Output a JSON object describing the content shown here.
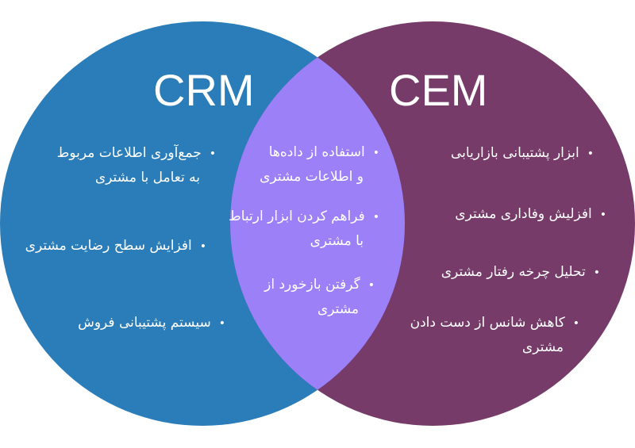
{
  "colors": {
    "crm": "#2a7db8",
    "cem": "#763b68",
    "overlap": "#9b80f8"
  },
  "crm": {
    "title": "CRM",
    "items": [
      {
        "lines": [
          "جمع‌آوری اطلاعات مربوط",
          "به تعامل با مشتری"
        ]
      },
      {
        "lines": [
          "افزایش سطح رضایت مشتری"
        ]
      },
      {
        "lines": [
          "سیستم پشتیبانی فروش"
        ]
      }
    ]
  },
  "cem": {
    "title": "CEM",
    "items": [
      {
        "lines": [
          "ابزار پشتیبانی بازاریابی"
        ]
      },
      {
        "lines": [
          "افزلیش وفاداری مشتری"
        ]
      },
      {
        "lines": [
          "تحلیل چرخه رفتار مشتری"
        ]
      },
      {
        "lines": [
          "کاهش شانس از دست دادن",
          "مشتری"
        ]
      }
    ]
  },
  "shared": {
    "items": [
      {
        "lines": [
          "استفاده از داده‌ها",
          "و اطلاعات مشتری"
        ]
      },
      {
        "lines": [
          "فراهم کردن ابزار ارتباط",
          "با مشتری"
        ]
      },
      {
        "lines": [
          "گرفتن بازخورد از",
          "مشتری"
        ]
      }
    ]
  }
}
